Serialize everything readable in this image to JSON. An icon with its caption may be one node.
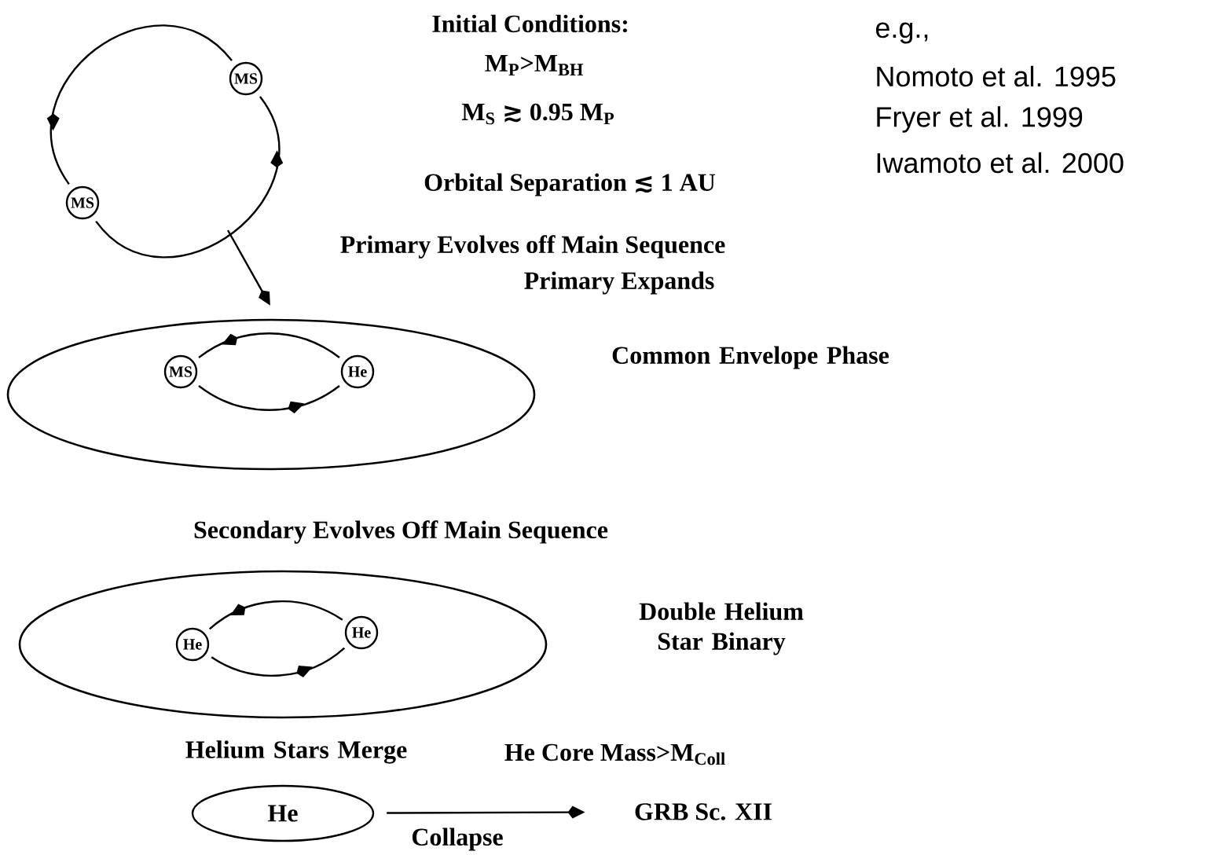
{
  "diagram": {
    "nodes": [
      {
        "text": [
          "MS"
        ]
      },
      {
        "text": [
          "MS"
        ]
      },
      {
        "text": [],
        "shape": "ellipse",
        "beside": [
          "Common Envelope Phase"
        ]
      },
      {
        "text": [
          "MS"
        ],
        "in": 2
      },
      {
        "text": [
          "He"
        ],
        "in": 2
      },
      {
        "text": [],
        "shape": "ellipse",
        "beside": [
          "Double Helium Star Binary"
        ]
      },
      {
        "text": [
          "He"
        ],
        "in": 5
      },
      {
        "text": [
          "He"
        ],
        "in": 5
      },
      {
        "text": [
          "He"
        ],
        "beside": [
          "Helium Stars Merge"
        ]
      },
      {
        "text": [
          "GRB Sc. XII"
        ]
      }
    ],
    "edges": [
      {
        "from": 0,
        "to": 1,
        "arrow": "to"
      },
      {
        "from": 1,
        "to": 0,
        "arrow": "to"
      },
      {
        "from": null,
        "to": 2,
        "arrow": "to"
      },
      {
        "from": 4,
        "to": 3,
        "arrow": "to"
      },
      {
        "from": 3,
        "to": 4,
        "arrow": "to"
      },
      {
        "from": 7,
        "to": 6,
        "arrow": "to"
      },
      {
        "from": 6,
        "to": 7,
        "arrow": "to"
      },
      {
        "from": 8,
        "to": 9,
        "arrow": "to",
        "label": "Collapse"
      }
    ],
    "labels": [
      "Initial Conditions:",
      "M$_{P}$>M$_{BH}$",
      "M$_{S}$ ≳ 0.95 M$_{P}$",
      "Orbital Separation ≲ 1 AU",
      "Primary Evolves off Main Sequence",
      "Primary Expands",
      "Secondary Evolves Off Main Sequence",
      "He Core Mass>M$_{Coll}$",
      "e.g.,",
      "Nomoto et al. 1995",
      "Fryer et al. 1999",
      "Iwamoto et al. 2000"
    ]
  }
}
